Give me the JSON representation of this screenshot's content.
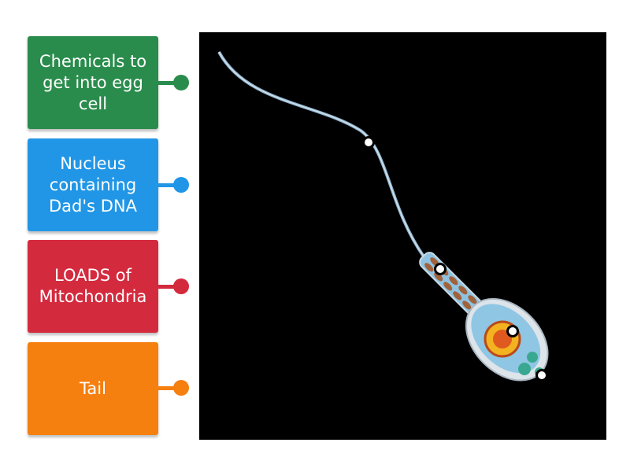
{
  "labels": [
    {
      "text": "Chemicals to get into egg cell",
      "color": "#2a8c4c"
    },
    {
      "text": "Nucleus containing Dad's DNA",
      "color": "#2196e6"
    },
    {
      "text": "LOADS of Mitochondria",
      "color": "#d42a3e"
    },
    {
      "text": "Tail",
      "color": "#f57f0f"
    }
  ],
  "diagram": {
    "background": "#000000"
  }
}
